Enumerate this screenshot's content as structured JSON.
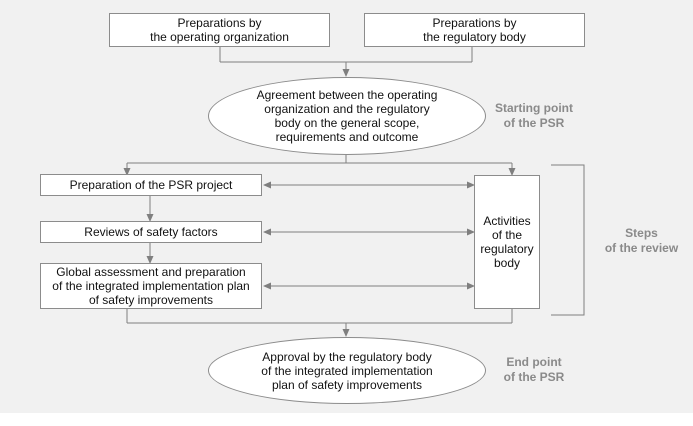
{
  "nodes": {
    "prep_operator": "Preparations by\nthe operating organization",
    "prep_regulator": "Preparations by\nthe regulatory body",
    "agreement": "Agreement between the operating\norganization and the regulatory\nbody on the general scope,\nrequirements and outcome",
    "psr_project": "Preparation of the PSR project",
    "safety_factors": "Reviews of safety factors",
    "global_assessment": "Global assessment and preparation\nof the integrated implementation plan\nof safety improvements",
    "regulatory_activities": "Activities\nof the\nregulatory\nbody",
    "approval": "Approval by the regulatory body\nof the integrated implementation\nplan of safety improvements"
  },
  "labels": {
    "starting_point": "Starting point\nof the PSR",
    "steps": "Steps\nof the review",
    "end_point": "End point\nof the PSR"
  },
  "colors": {
    "connector": "#7f7f7f",
    "label": "#8a8a8a",
    "background": "#f1f1f1"
  }
}
